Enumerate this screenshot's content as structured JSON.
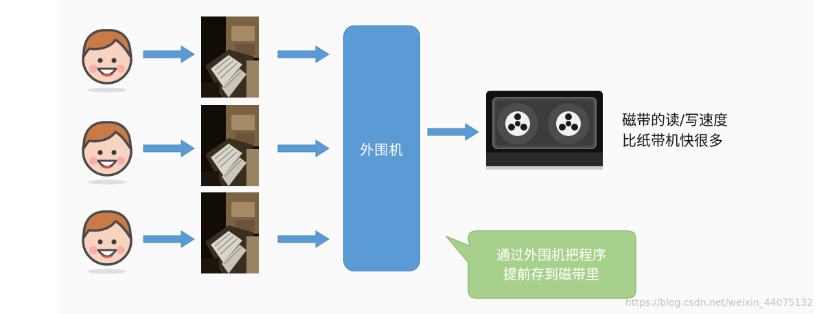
{
  "diagram": {
    "peripheral_label": "外围机",
    "tape_note": {
      "line1": "磁带的读/写速度",
      "line2": "比纸带机快很多"
    },
    "callout": {
      "line1": "通过外围机把程序",
      "line2": "提前存到磁带里"
    },
    "rows": 3
  },
  "watermark": "https://blog.csdn.net/weixin_44075132",
  "colors": {
    "accent_blue": "#5b9bd5",
    "callout_green": "#a8d08d",
    "face_skin": "#f8d3bf",
    "hair_brown": "#c97a46"
  },
  "icons": [
    "person-face-icon",
    "arrow-right-icon",
    "paper-tape-photo",
    "magnetic-tape-icon"
  ]
}
